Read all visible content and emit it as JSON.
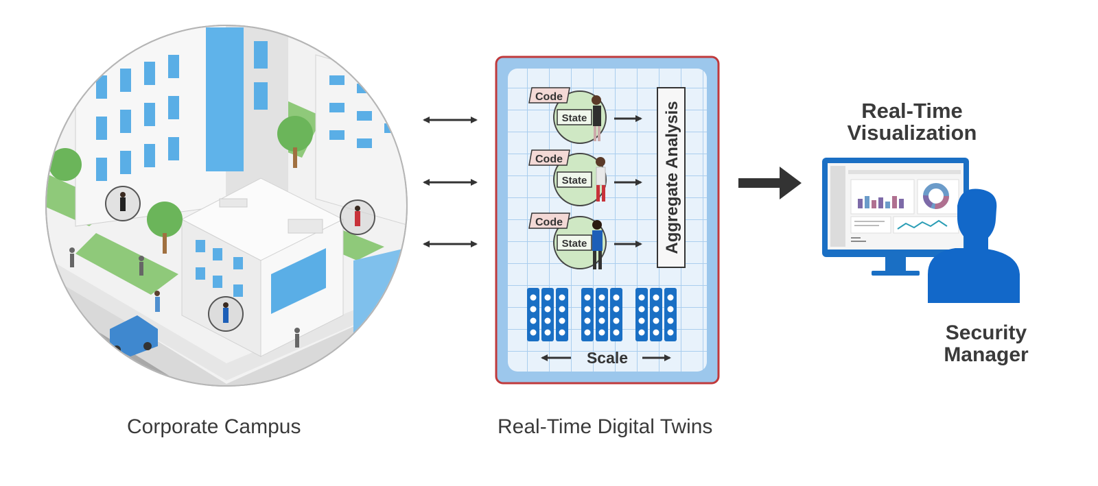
{
  "labels": {
    "campus": "Corporate Campus",
    "twins": "Real-Time Digital Twins",
    "visualization": "Real-Time Visualization",
    "security_manager": "Security Manager"
  },
  "twins_panel": {
    "items": [
      {
        "code": "Code",
        "state": "State"
      },
      {
        "code": "Code",
        "state": "State"
      },
      {
        "code": "Code",
        "state": "State"
      }
    ],
    "aggregate": "Aggregate Analysis",
    "scale": "Scale"
  },
  "colors": {
    "panel_border": "#c0393b",
    "panel_grid": "#9cc7ec",
    "code_tag": "#f3d9d6",
    "state_circle": "#cfe8c4",
    "server_blue": "#1a6fc4",
    "person_blue": "#1268c9",
    "arrow": "#333333"
  }
}
